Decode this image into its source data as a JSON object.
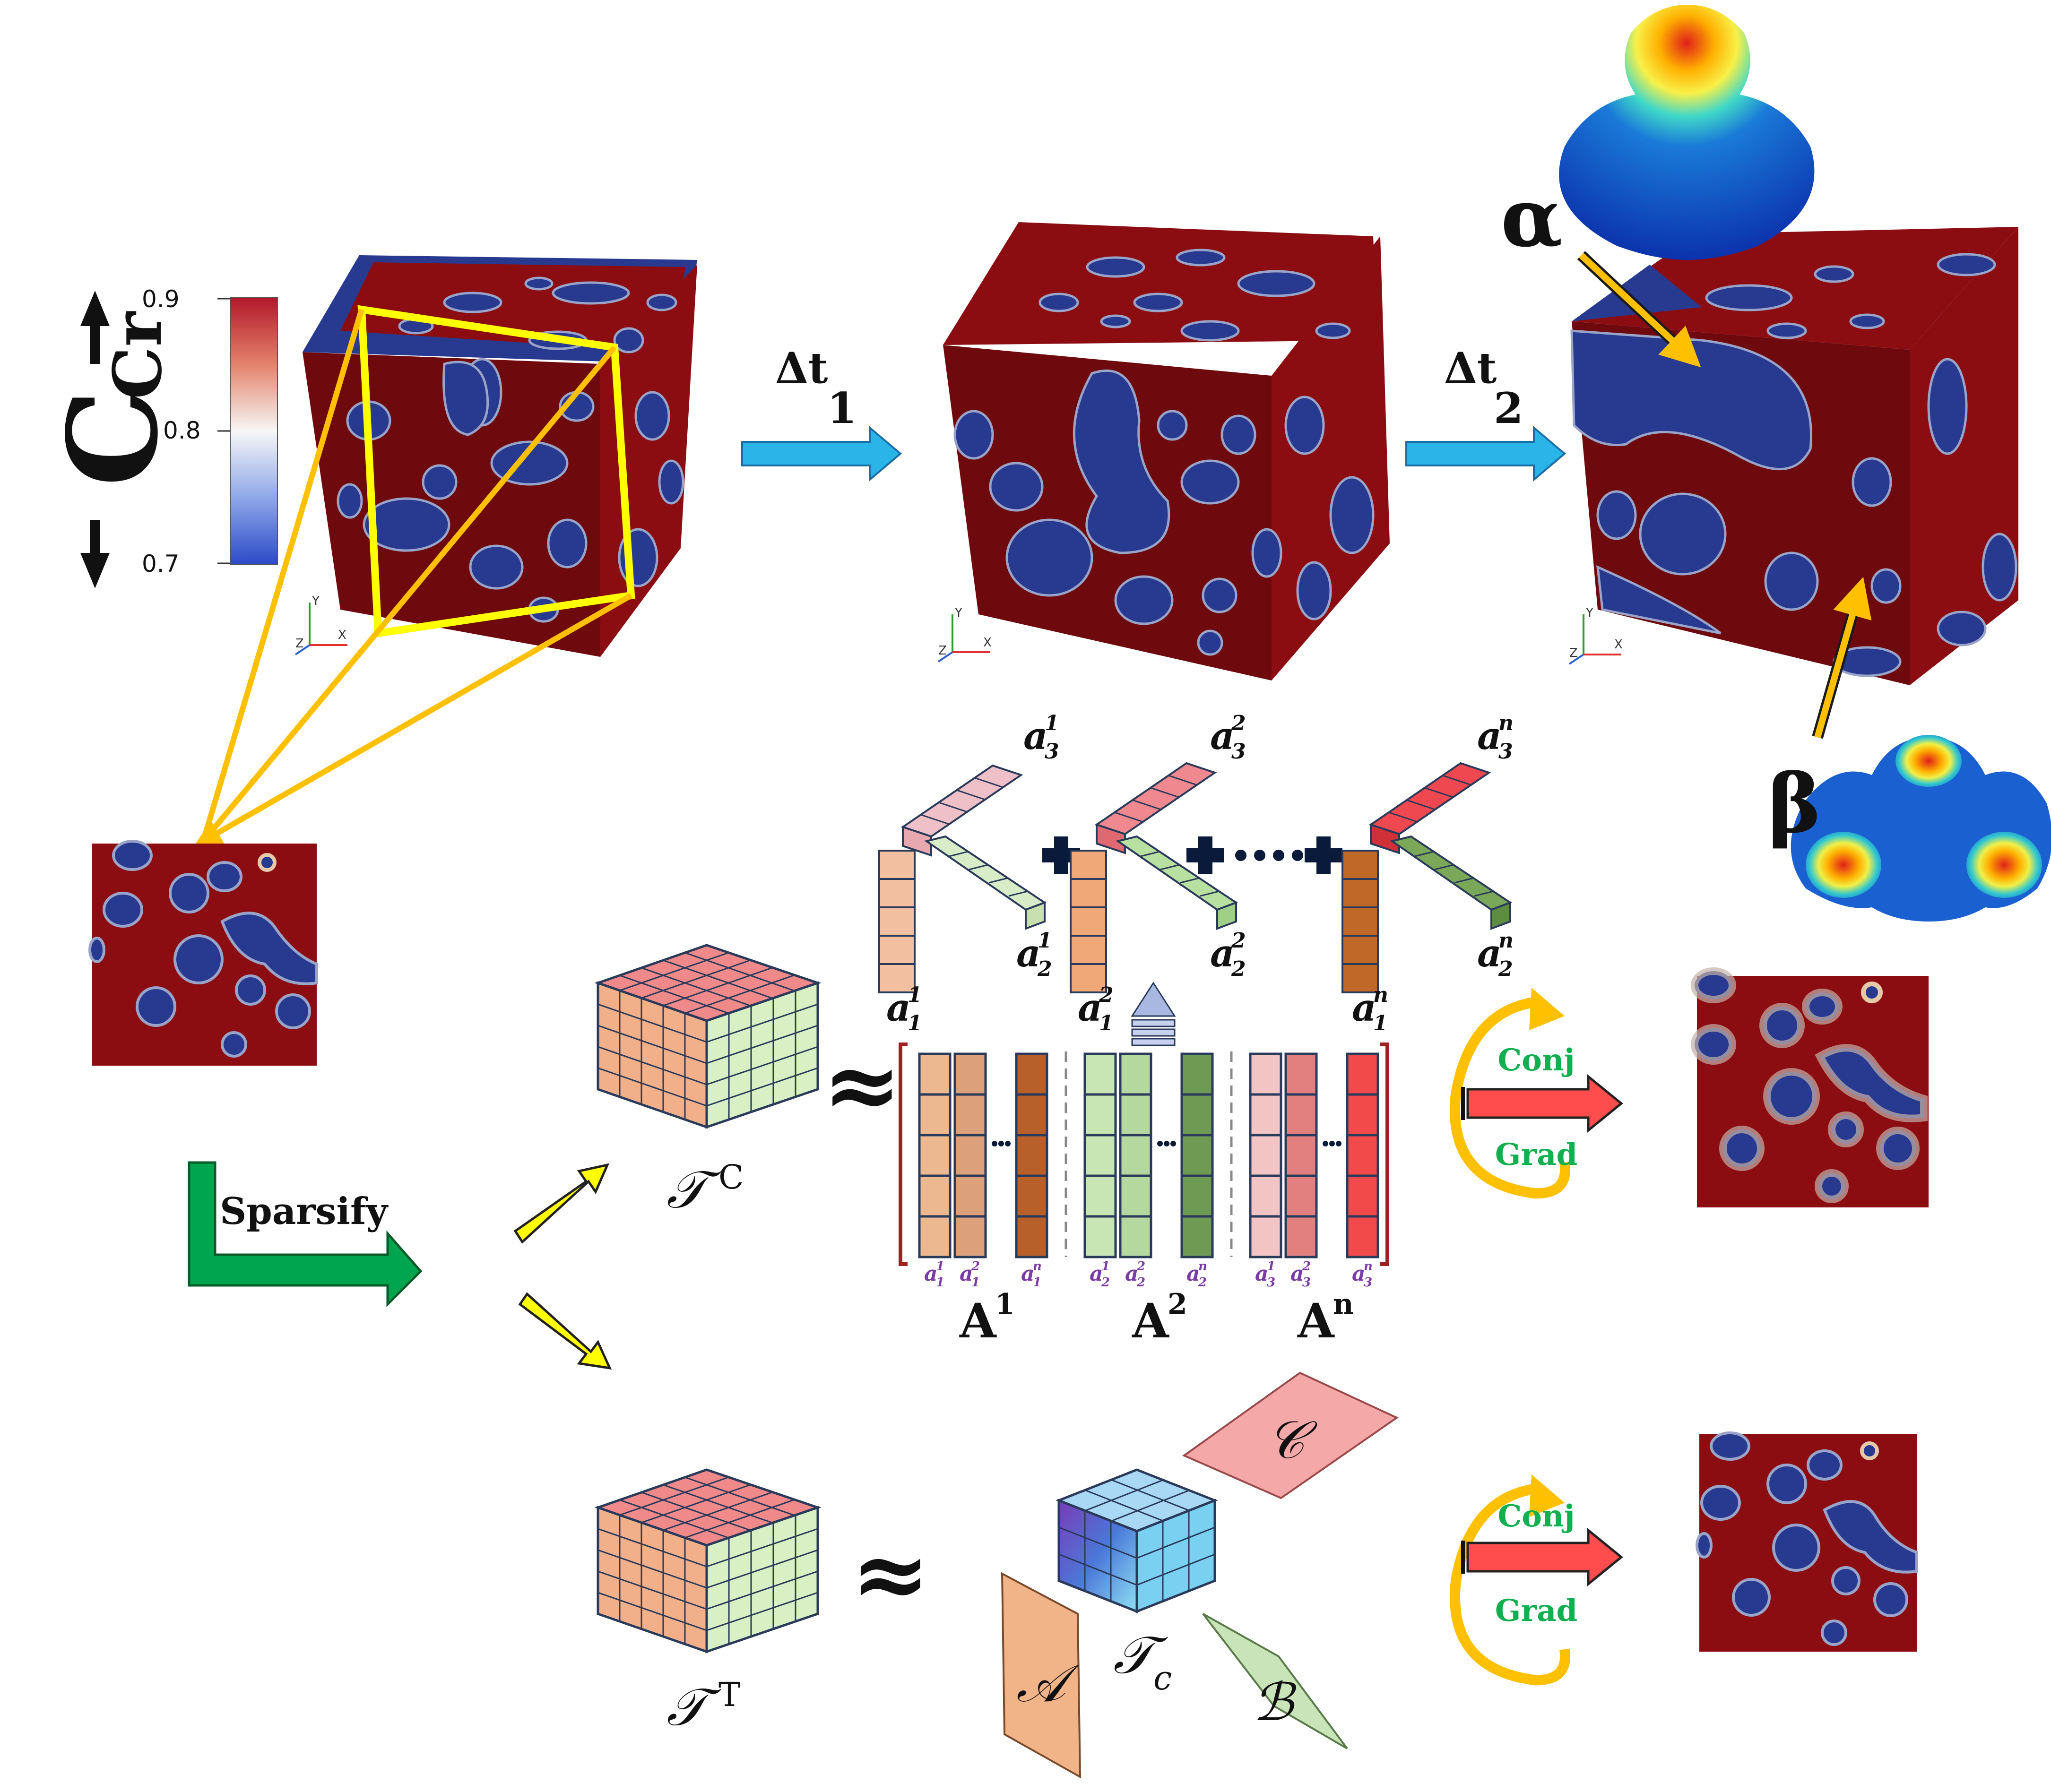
{
  "colorbar": {
    "quantity_main": "C",
    "quantity_sub": "Cr",
    "tick_top": "0.9",
    "tick_mid": "0.8",
    "tick_bottom": "0.7",
    "color_high": "#b2182b",
    "color_mid": "#f7f7f7",
    "color_low": "#2c4ac7"
  },
  "time_steps": [
    {
      "symbol": "Δt",
      "subscript": "1"
    },
    {
      "symbol": "Δt",
      "subscript": "2"
    }
  ],
  "phases": {
    "alpha": "α",
    "beta": "β"
  },
  "axis_triad": {
    "y": "Y",
    "x": "X",
    "z": "Z"
  },
  "sparsify_label": "Sparsify",
  "cp_factors": {
    "top_labels": [
      "a",
      "a",
      "a"
    ],
    "groups": [
      {
        "a3": {
          "base": "a",
          "sup": "1",
          "sub": "3"
        },
        "a2": {
          "base": "a",
          "sup": "1",
          "sub": "2"
        },
        "a1": {
          "base": "a",
          "sup": "1",
          "sub": "1"
        }
      },
      {
        "a3": {
          "base": "a",
          "sup": "2",
          "sub": "3"
        },
        "a2": {
          "base": "a",
          "sup": "2",
          "sub": "2"
        },
        "a1": {
          "base": "a",
          "sup": "2",
          "sub": "1"
        }
      },
      {
        "a3": {
          "base": "a",
          "sup": "n",
          "sub": "3"
        },
        "a2": {
          "base": "a",
          "sup": "n",
          "sub": "2"
        },
        "a1": {
          "base": "a",
          "sup": "n",
          "sub": "1"
        }
      }
    ],
    "plus": "+",
    "ellipsis": "••••"
  },
  "tensors": {
    "cp": {
      "base": "𝒯",
      "sup": "C"
    },
    "tucker": {
      "base": "𝒯",
      "sup": "T"
    },
    "core": {
      "base": "𝒯",
      "sub": "c"
    },
    "approx": "≈"
  },
  "factor_matrices": [
    {
      "base": "A",
      "sup": "1",
      "col_labels": [
        {
          "sup": "1",
          "sub": "1"
        },
        {
          "sup": "2",
          "sub": "1"
        },
        {
          "sup": "n",
          "sub": "1"
        }
      ]
    },
    {
      "base": "A",
      "sup": "2",
      "col_labels": [
        {
          "sup": "1",
          "sub": "2"
        },
        {
          "sup": "2",
          "sub": "2"
        },
        {
          "sup": "n",
          "sub": "2"
        }
      ]
    },
    {
      "base": "A",
      "sup": "n",
      "col_labels": [
        {
          "sup": "1",
          "sub": "3"
        },
        {
          "sup": "2",
          "sub": "3"
        },
        {
          "sup": "n",
          "sub": "3"
        }
      ]
    }
  ],
  "tucker_factors": {
    "A": "𝒜",
    "B": "ℬ",
    "C": "𝒞"
  },
  "solver": {
    "line1": "Conj",
    "line2": "Grad"
  },
  "colors": {
    "phase_red": "#8b0d12",
    "phase_blue": "#283a8f",
    "rim": "#9aa3c8",
    "yellow_arrow": "#ffc000",
    "cyan_arrow": "#2ab4e8",
    "green_arrow": "#00a550",
    "red_arrow": "#ff4d4d",
    "conj_green": "#10b050"
  }
}
